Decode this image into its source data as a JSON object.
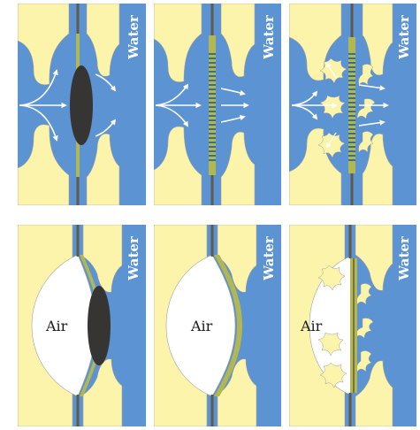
{
  "colors": {
    "water": "#5b93d3",
    "tissue": "#fbf4aa",
    "membrane": "#b3b751",
    "block": "#373534",
    "wall": "#5f5a4a",
    "arrow": "#ffffff",
    "air": "#ffffff",
    "outline": "#a0a0a0"
  },
  "panels": [
    {
      "id": "top-1",
      "medium": "water",
      "label": "Water",
      "state": "dark-lens-plug"
    },
    {
      "id": "top-2",
      "medium": "water",
      "label": "Water",
      "state": "striped-membrane"
    },
    {
      "id": "top-3",
      "medium": "water",
      "label": "Water",
      "state": "branched-membrane"
    },
    {
      "id": "bottom-1",
      "medium": "air",
      "label": "Water",
      "cavity_label": "Air",
      "state": "dark-lens-plug"
    },
    {
      "id": "bottom-2",
      "medium": "air",
      "label": "Water",
      "cavity_label": "Air",
      "state": "curved-membrane"
    },
    {
      "id": "bottom-3",
      "medium": "air",
      "label": "Water",
      "cavity_label": "Air",
      "state": "branched-membrane"
    }
  ]
}
